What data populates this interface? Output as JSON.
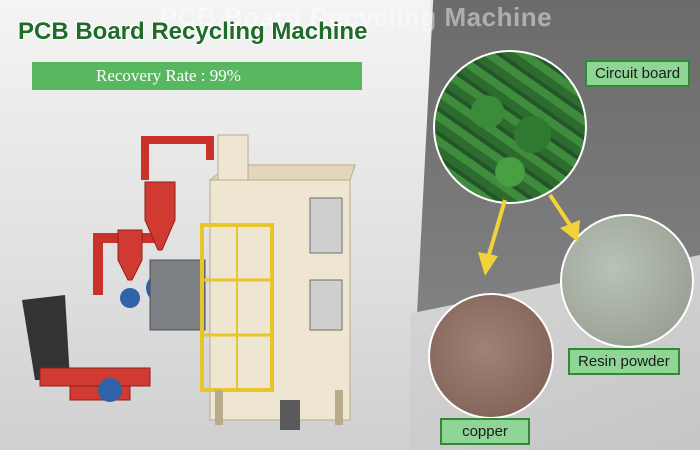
{
  "watermark": "PCB Board Recycling Machine",
  "title": "PCB Board Recycling Machine",
  "banner": "Recovery Rate : 99%",
  "labels": {
    "board": "Circuit board",
    "resin": "Resin powder",
    "copper": "copper"
  },
  "colors": {
    "title_green": "#1f6b28",
    "banner_green": "#57b85f",
    "label_fill": "#8fd596",
    "arrow_yellow": "#f2d23b"
  }
}
